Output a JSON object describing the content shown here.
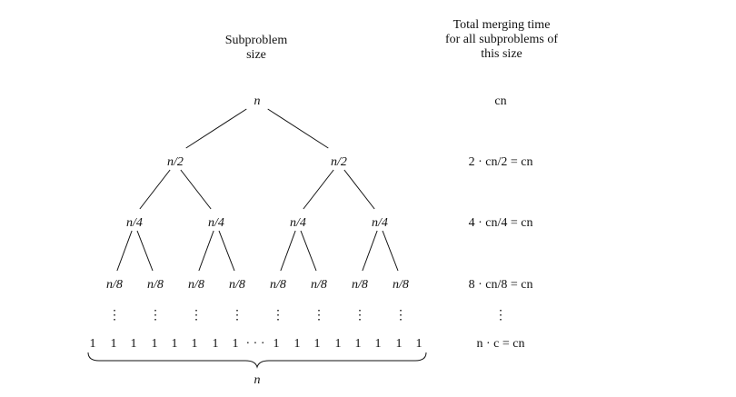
{
  "headers": {
    "left": [
      "Subproblem",
      "size"
    ],
    "right": [
      "Total merging time",
      "for all subproblems of",
      "this size"
    ]
  },
  "levels": [
    {
      "nodes": [
        "n"
      ],
      "cost": "cn"
    },
    {
      "nodes": [
        "n/2",
        "n/2"
      ],
      "cost": "2 · cn/2 = cn"
    },
    {
      "nodes": [
        "n/4",
        "n/4",
        "n/4",
        "n/4"
      ],
      "cost": "4 · cn/4 = cn"
    },
    {
      "nodes": [
        "n/8",
        "n/8",
        "n/8",
        "n/8",
        "n/8",
        "n/8",
        "n/8",
        "n/8"
      ],
      "cost": "8 · cn/8 = cn"
    }
  ],
  "vdots": "⋮",
  "leaves": {
    "left": [
      "1",
      "1",
      "1",
      "1",
      "1",
      "1",
      "1",
      "1"
    ],
    "ellipsis": "· · ·",
    "right": [
      "1",
      "1",
      "1",
      "1",
      "1",
      "1",
      "1",
      "1"
    ],
    "cost": "n · c = cn"
  },
  "brace_label": "n"
}
